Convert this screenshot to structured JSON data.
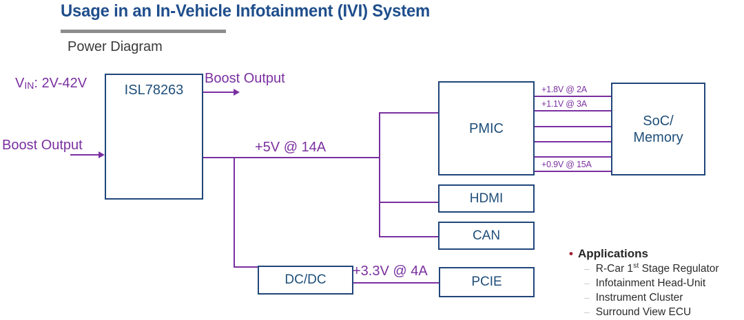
{
  "header": {
    "title": "Usage in an In-Vehicle Infotainment (IVI) System",
    "subtitle": "Power Diagram"
  },
  "diagram": {
    "blocks": {
      "regulator": "ISL78263",
      "pmic": "PMIC",
      "soc_line1": "SoC/",
      "soc_line2": "Memory",
      "hdmi": "HDMI",
      "can": "CAN",
      "dcdc": "DC/DC",
      "pcie": "PCIE"
    },
    "labels": {
      "vin_symbol": "V",
      "vin_subscript": "IN",
      "vin_value": ": 2V-42V",
      "boost_output_top": "Boost Output",
      "boost_output_left": "Boost Output",
      "rail_5v": "+5V @ 14A",
      "rail_3v3": "+3.3V @ 4A"
    },
    "soc_rails": [
      "+1.8V @ 2A",
      "+1.1V @ 3A",
      "",
      "",
      "",
      "+0.9V @ 15A"
    ]
  },
  "applications": {
    "heading": "Applications",
    "bullet_glyph": "•",
    "dash_glyph": "–",
    "items": [
      {
        "pre": "R-Car 1",
        "sup": "st",
        "post": " Stage Regulator"
      },
      {
        "pre": "Infotainment Head-Unit",
        "sup": "",
        "post": ""
      },
      {
        "pre": "Instrument Cluster",
        "sup": "",
        "post": ""
      },
      {
        "pre": "Surround View ECU",
        "sup": "",
        "post": ""
      }
    ]
  },
  "colors": {
    "title_blue": "#1F4E8C",
    "block_border": "#20457A",
    "block_text": "#1F4E79",
    "wire_purple": "#7A2FA0",
    "rule_gray": "#8d8d8d",
    "bullet_red": "#9E1B32"
  }
}
